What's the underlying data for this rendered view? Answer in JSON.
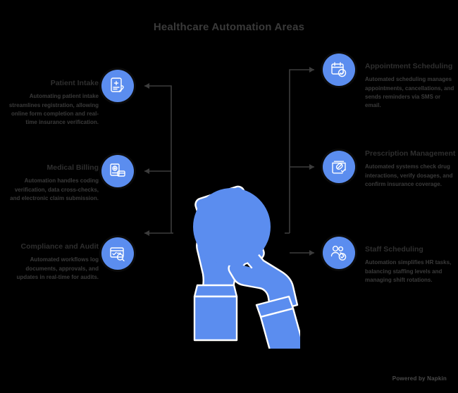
{
  "title": "Healthcare Automation Areas",
  "footer": "Powered by Napkin",
  "theme": {
    "background": "#000000",
    "accent": "#5B8DEF",
    "text": "#333333",
    "connector": "#3c3c3c"
  },
  "left_items": [
    {
      "id": "patient-intake",
      "icon": "tablet-medical-cross-hand-icon",
      "heading": "Patient Intake",
      "body": "Automating patient intake streamlines registration, allowing online form completion and real-time insurance verification."
    },
    {
      "id": "medical-billing",
      "icon": "document-credit-card-icon",
      "heading": "Medical Billing",
      "body": "Automation handles coding verification, data cross-checks, and electronic claim submission."
    },
    {
      "id": "compliance-and-audit",
      "icon": "document-checkmark-magnifier-icon",
      "heading": "Compliance and Audit",
      "body": "Automated workflows log documents, approvals, and updates in real-time for audits."
    }
  ],
  "right_items": [
    {
      "id": "appointment-scheduling",
      "icon": "calendar-check-icon",
      "heading": "Appointment Scheduling",
      "body": "Automated scheduling manages appointments, cancellations, and sends reminders via SMS or email."
    },
    {
      "id": "prescription-management",
      "icon": "prescription-pill-check-icon",
      "heading": "Prescription Management",
      "body": "Automated systems check drug interactions, verify dosages, and confirm insurance coverage."
    },
    {
      "id": "staff-scheduling",
      "icon": "people-check-icon",
      "heading": "Staff Scheduling",
      "body": "Automation simplifies HR tasks, balancing staffing levels and managing shift rotations."
    }
  ],
  "center": {
    "id": "hands-tablet-illustration",
    "alt": "Hands holding a tablet device"
  }
}
